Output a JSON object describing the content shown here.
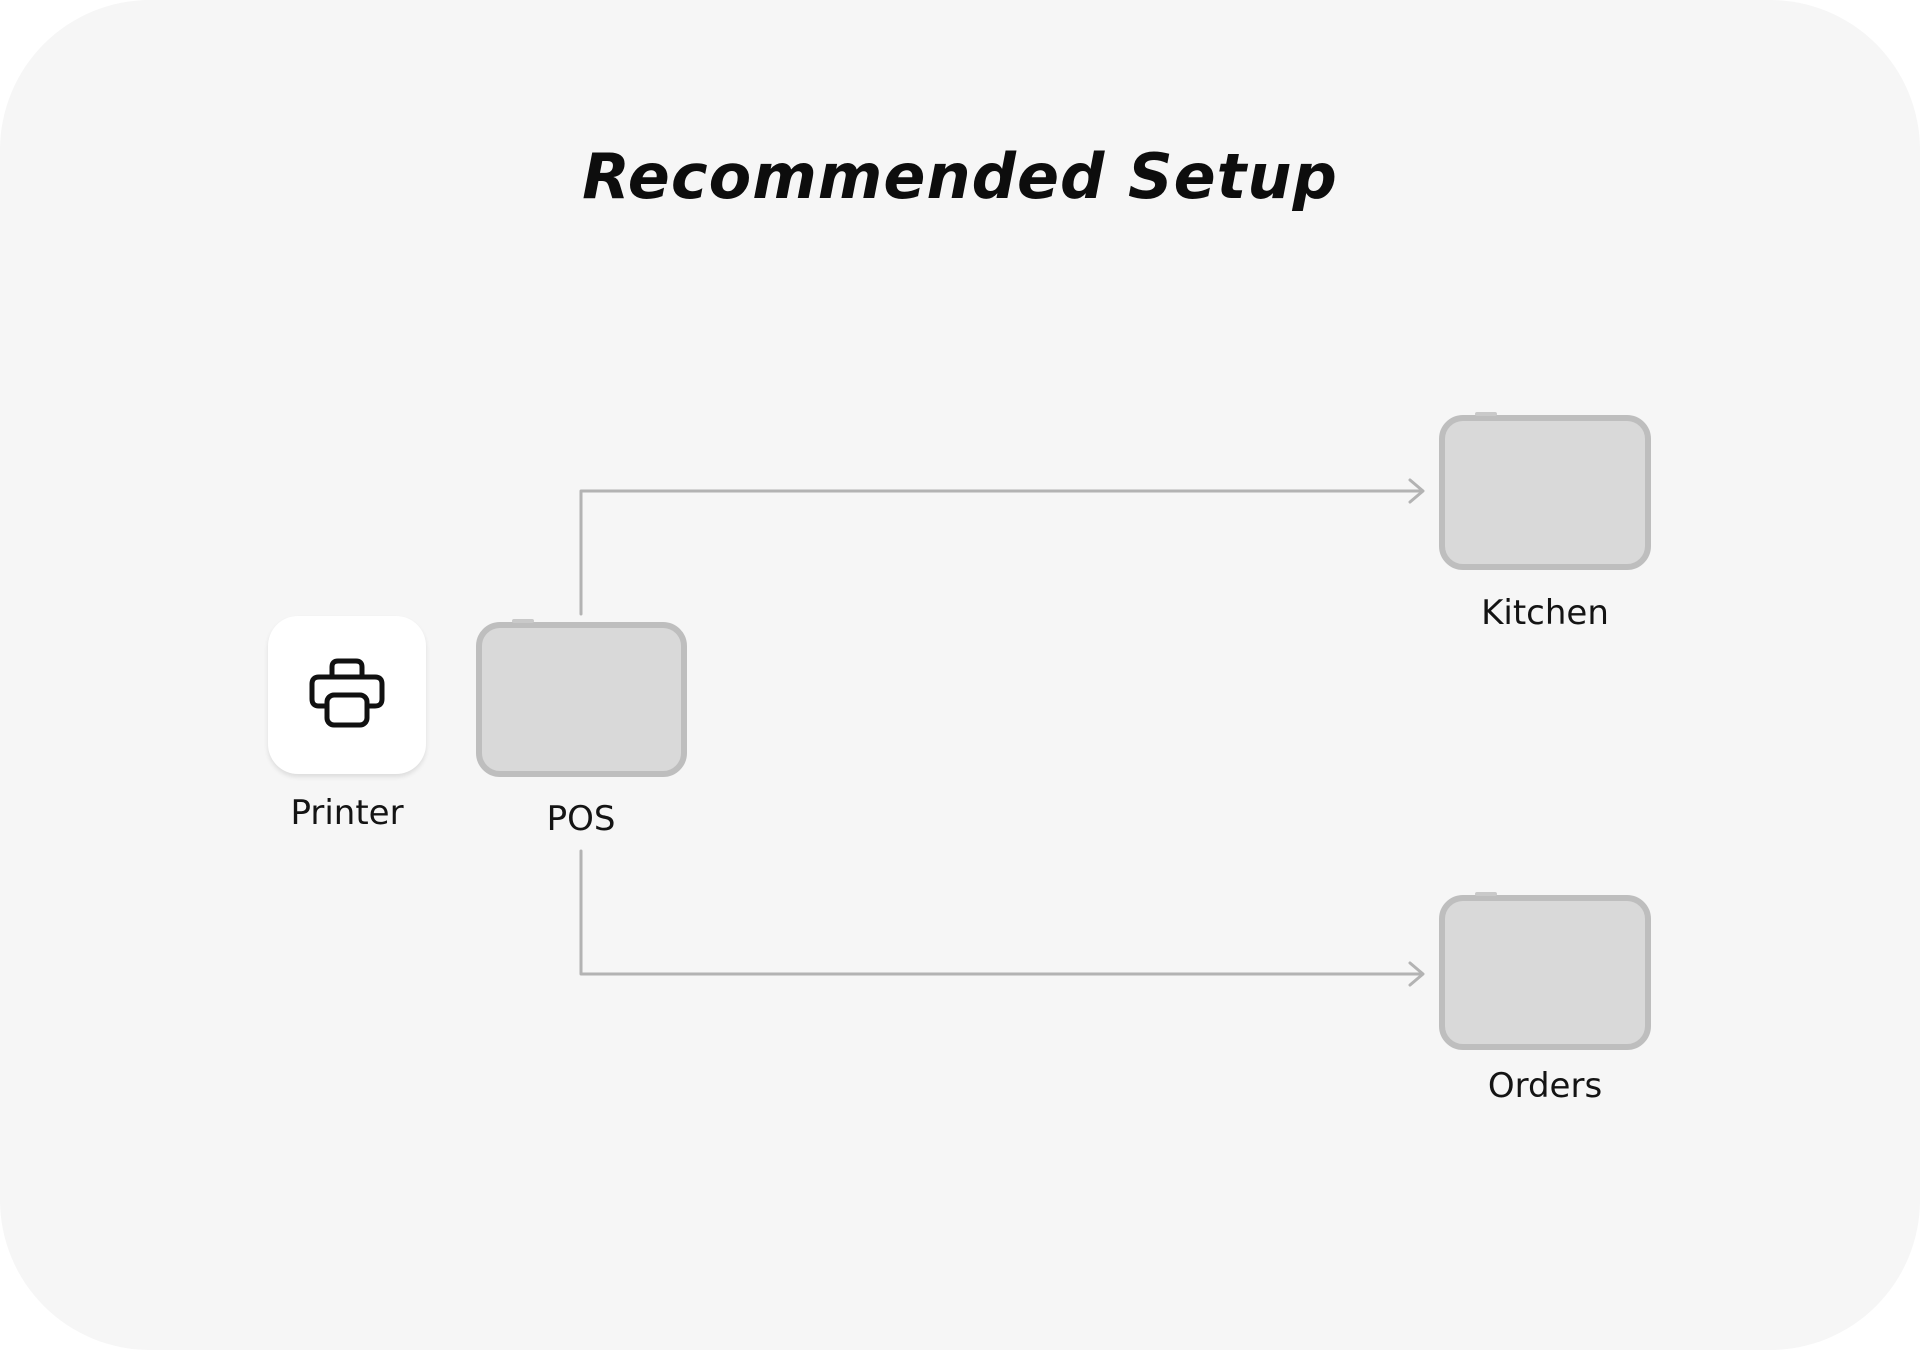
{
  "diagram": {
    "title": "Recommended Setup",
    "nodes": {
      "printer": {
        "label": "Printer",
        "icon": "printer-icon"
      },
      "pos": {
        "label": "POS"
      },
      "kitchen": {
        "label": "Kitchen"
      },
      "orders": {
        "label": "Orders"
      }
    },
    "edges": [
      {
        "from": "POS",
        "to": "Kitchen"
      },
      {
        "from": "POS",
        "to": "Orders"
      }
    ]
  },
  "colors": {
    "background": "#f6f6f6",
    "device_fill": "#d9d9d9",
    "device_border": "#bebebe",
    "connector": "#b3b3b3",
    "text": "#141414"
  }
}
